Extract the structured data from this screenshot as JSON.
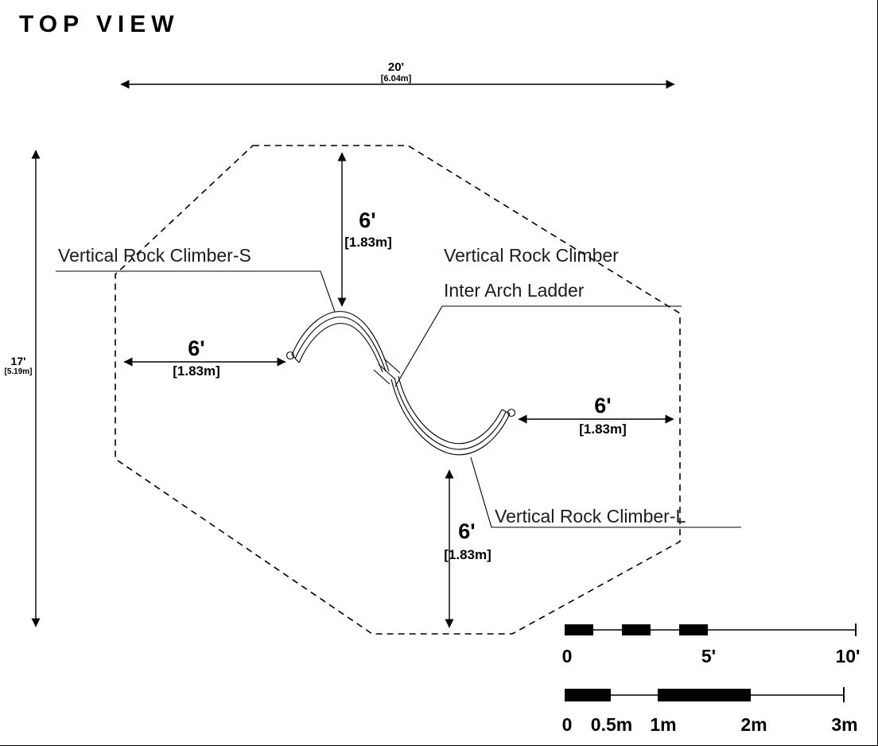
{
  "title": "TOP VIEW",
  "overall": {
    "width": {
      "ft": "20'",
      "m": "[6.04m]"
    },
    "height": {
      "ft": "17'",
      "m": "[5.19m]"
    }
  },
  "clearances": {
    "top": {
      "ft": "6'",
      "m": "[1.83m]"
    },
    "left": {
      "ft": "6'",
      "m": "[1.83m]"
    },
    "right": {
      "ft": "6'",
      "m": "[1.83m]"
    },
    "bottom": {
      "ft": "6'",
      "m": "[1.83m]"
    }
  },
  "labels": {
    "climber_s": "Vertical Rock Climber-S",
    "mid_line1": "Vertical Rock Climber",
    "mid_line2": "Inter Arch Ladder",
    "climber_l": "Vertical Rock Climber-L"
  },
  "scale_feet": {
    "labels": [
      "0",
      "5'",
      "10'"
    ]
  },
  "scale_meters": {
    "labels": [
      "0",
      "0.5m",
      "1m",
      "2m",
      "3m"
    ]
  },
  "colors": {
    "line": "#000000",
    "background": "#ffffff"
  }
}
